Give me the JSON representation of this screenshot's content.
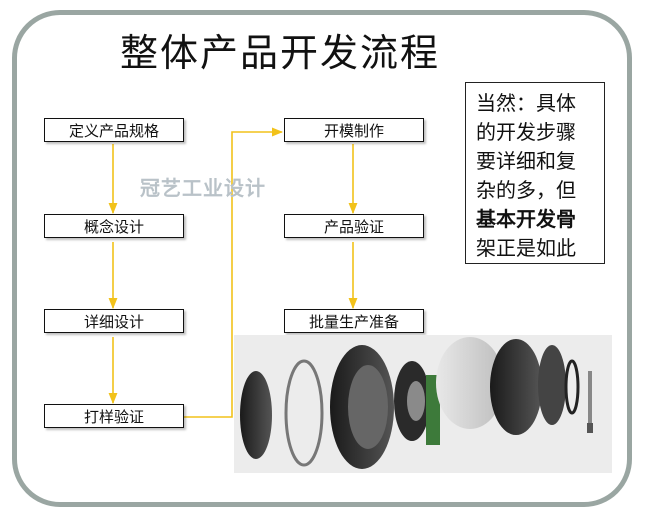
{
  "title": "整体产品开发流程",
  "note": {
    "lines": [
      "当然：具体",
      "的开发步骤",
      "要详细和复",
      "杂的多，但"
    ],
    "bold_line": "基本开发骨",
    "last_line": "架正是如此"
  },
  "watermark": "冠艺工业设计",
  "steps": {
    "s1": "定义产品规格",
    "s2": "概念设计",
    "s3": "详细设计",
    "s4": "打样验证",
    "s5": "开模制作",
    "s6": "产品验证",
    "s7": "批量生产准备"
  },
  "colors": {
    "arrow": "#f2c21a",
    "frame": "#9aa6a2"
  }
}
